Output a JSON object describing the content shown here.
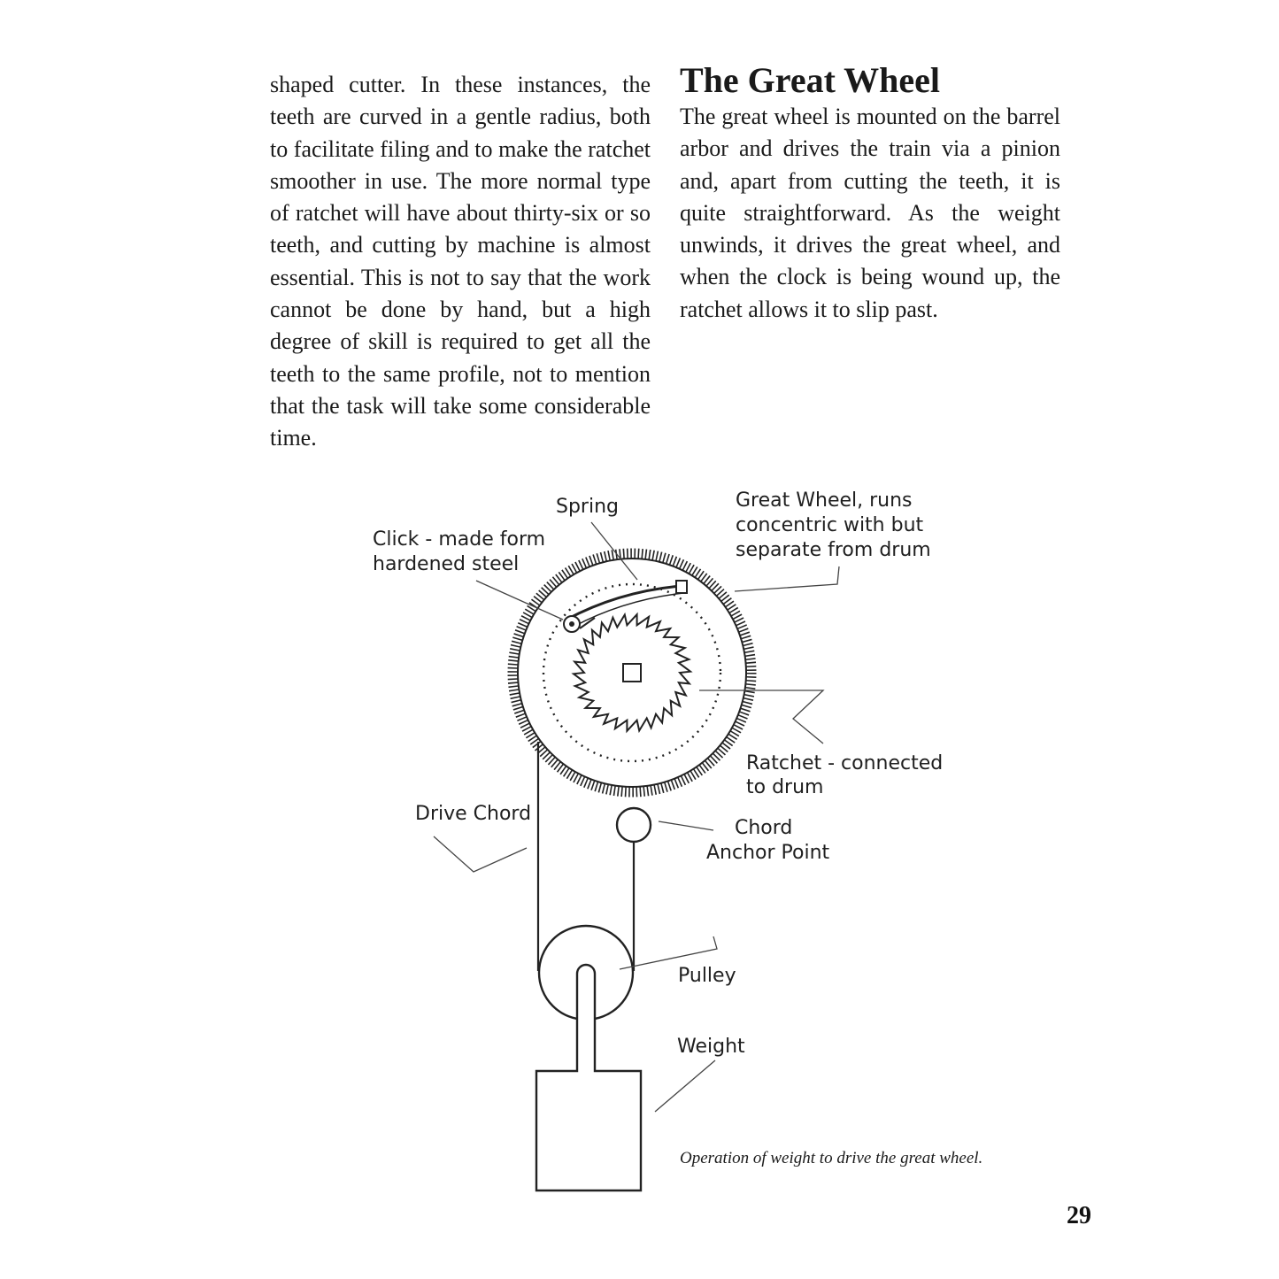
{
  "left_column": {
    "paragraph": "shaped cutter. In these instances, the teeth are curved in a gentle radius, both to facilitate filing and to make the ratchet smoother in use. The more normal type of ratchet will have about thirty-six or so teeth, and cutting by machine is almost essential. This is not to say that the work cannot be done by hand, but a high degree of skill is required to get all the teeth to the same profile, not to mention that the task will take some considerable time."
  },
  "right_column": {
    "heading": "The Great Wheel",
    "paragraph": "The great wheel is mounted on the barrel arbor and drives the train via a pinion and, apart from cutting the teeth, it is quite straightforward. As the weight unwinds, it drives the great wheel, and when the clock is being wound up, the ratchet allows it to slip past."
  },
  "diagram": {
    "labels": {
      "spring": "Spring",
      "click_line1": "Click - made form",
      "click_line2": "hardened steel",
      "great_wheel_line1": "Great Wheel, runs",
      "great_wheel_line2": "concentric with but",
      "great_wheel_line3": "separate from drum",
      "ratchet_line1": "Ratchet - connected",
      "ratchet_line2": "to drum",
      "drive_chord": "Drive Chord",
      "anchor_line1": "Chord",
      "anchor_line2": "Anchor Point",
      "pulley": "Pulley",
      "weight": "Weight"
    }
  },
  "caption": "Operation of weight to drive the great wheel.",
  "page_number": "29"
}
